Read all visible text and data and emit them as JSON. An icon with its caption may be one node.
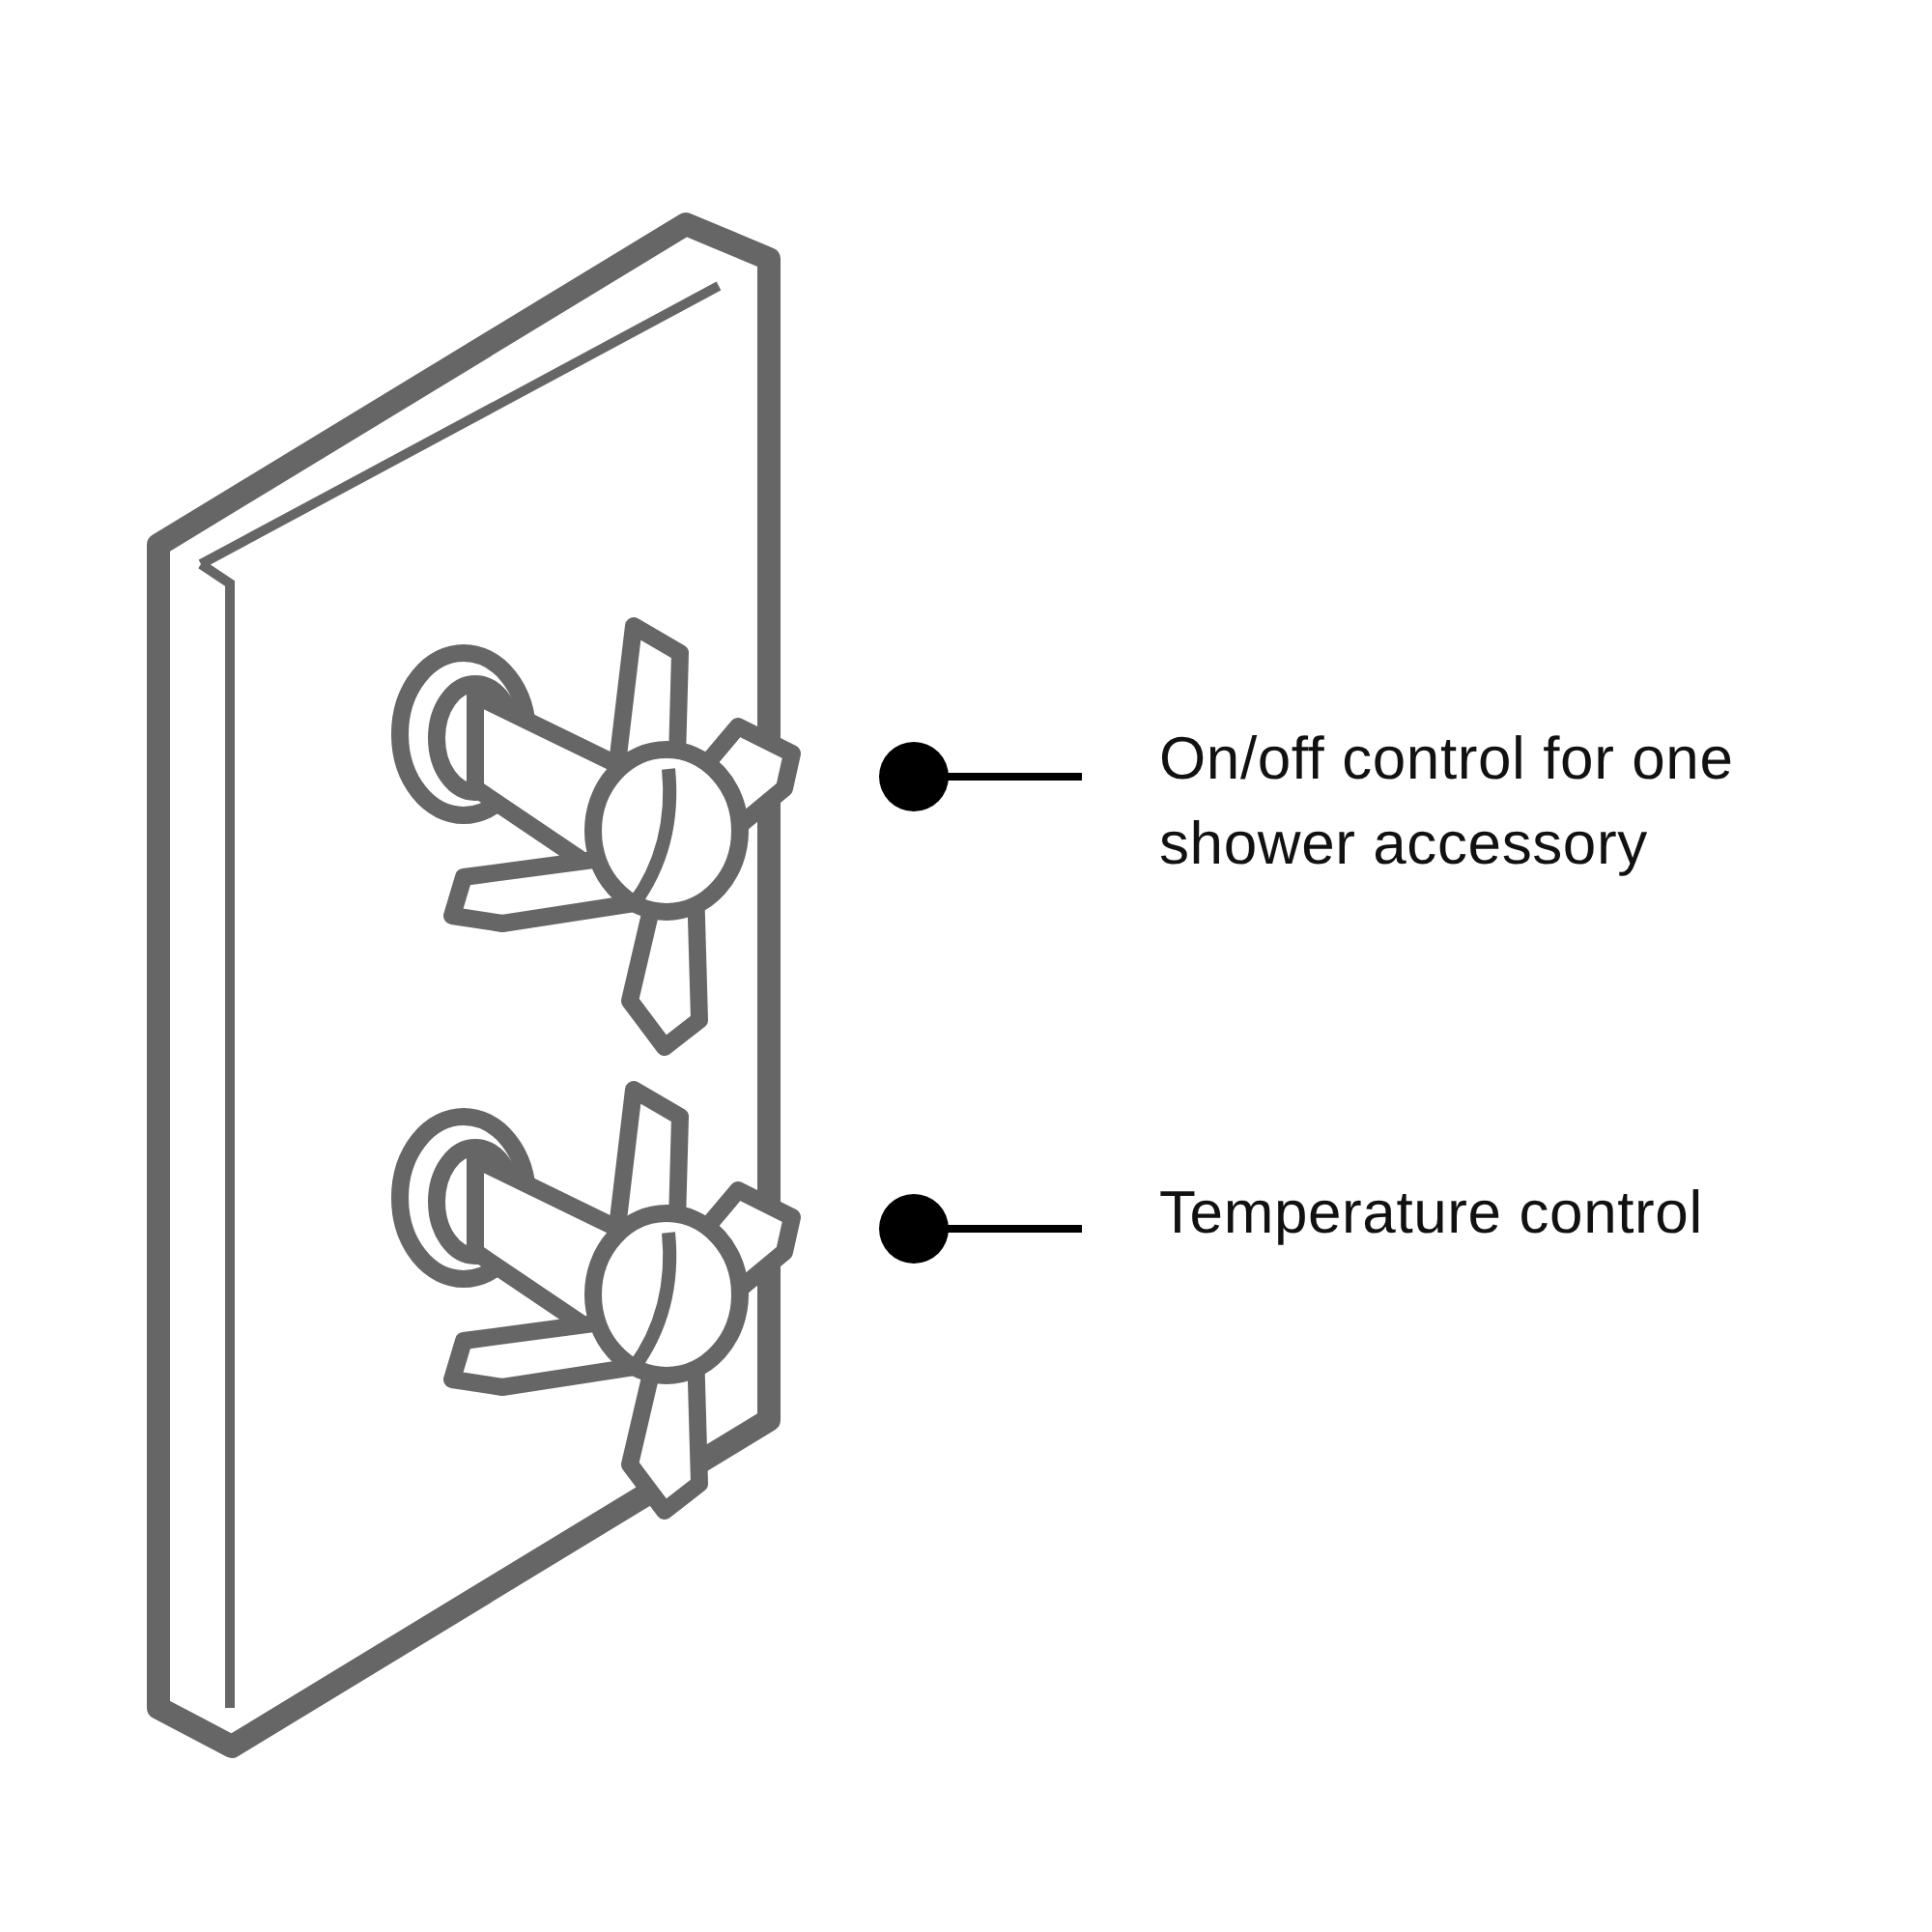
{
  "diagram": {
    "nodes": [
      {
        "text": [
          "On/off control for one shower accessory"
        ]
      },
      {
        "text": [
          "Temperature control"
        ]
      },
      {
        "text": [],
        "shape": "picture"
      },
      {
        "text": [],
        "shape": "picture"
      }
    ],
    "edges": [
      {
        "from": 0,
        "to": 2,
        "arrow": "other"
      },
      {
        "from": 1,
        "to": 3,
        "arrow": "other"
      }
    ]
  }
}
